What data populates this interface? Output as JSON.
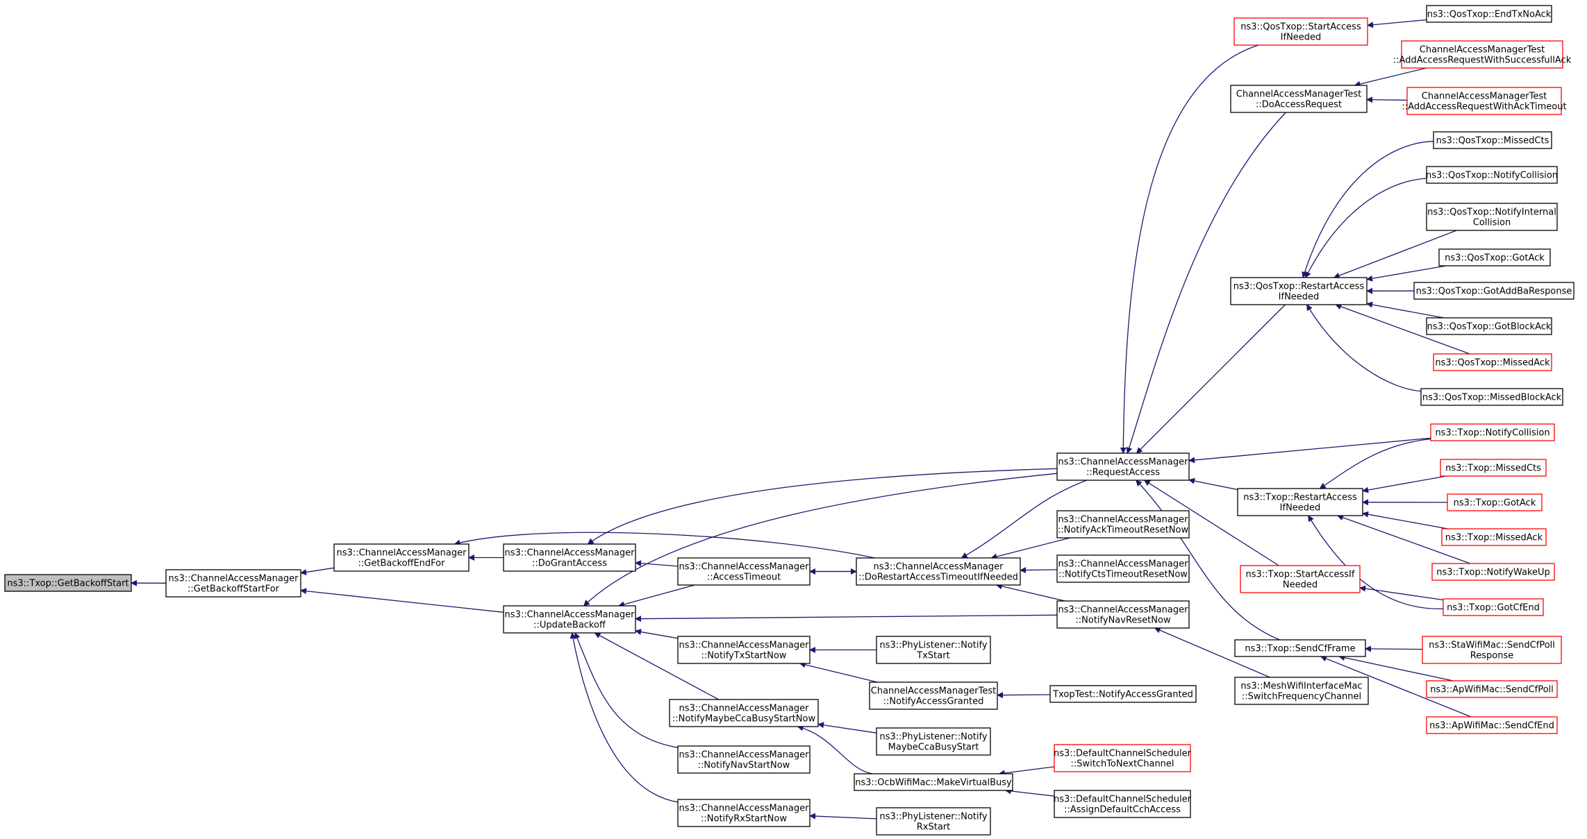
{
  "colors": {
    "edge": "#191970",
    "border_normal": "#000000",
    "border_truncated": "#ff0000",
    "root_fill": "#bfbfbf",
    "node_fill": "#ffffff"
  },
  "nodes": [
    {
      "id": "root",
      "lines": [
        "ns3::Txop::GetBackoffStart"
      ],
      "style": "root"
    },
    {
      "id": "gbsf",
      "lines": [
        "ns3::ChannelAccessManager",
        "::GetBackoffStartFor"
      ],
      "style": "normal"
    },
    {
      "id": "gbef",
      "lines": [
        "ns3::ChannelAccessManager",
        "::GetBackoffEndFor"
      ],
      "style": "normal"
    },
    {
      "id": "dga",
      "lines": [
        "ns3::ChannelAccessManager",
        "::DoGrantAccess"
      ],
      "style": "normal"
    },
    {
      "id": "ub",
      "lines": [
        "ns3::ChannelAccessManager",
        "::UpdateBackoff"
      ],
      "style": "normal"
    },
    {
      "id": "at",
      "lines": [
        "ns3::ChannelAccessManager",
        "::AccessTimeout"
      ],
      "style": "normal"
    },
    {
      "id": "dratin",
      "lines": [
        "ns3::ChannelAccessManager",
        "::DoRestartAccessTimeoutIfNeeded"
      ],
      "style": "normal"
    },
    {
      "id": "ra",
      "lines": [
        "ns3::ChannelAccessManager",
        "::RequestAccess"
      ],
      "style": "normal"
    },
    {
      "id": "natrn",
      "lines": [
        "ns3::ChannelAccessManager",
        "::NotifyAckTimeoutResetNow"
      ],
      "style": "normal"
    },
    {
      "id": "nctrn",
      "lines": [
        "ns3::ChannelAccessManager",
        "::NotifyCtsTimeoutResetNow"
      ],
      "style": "normal"
    },
    {
      "id": "nnrn",
      "lines": [
        "ns3::ChannelAccessManager",
        "::NotifyNavResetNow"
      ],
      "style": "normal"
    },
    {
      "id": "ntsn",
      "lines": [
        "ns3::ChannelAccessManager",
        "::NotifyTxStartNow"
      ],
      "style": "normal"
    },
    {
      "id": "nmcbsn",
      "lines": [
        "ns3::ChannelAccessManager",
        "::NotifyMaybeCcaBusyStartNow"
      ],
      "style": "normal"
    },
    {
      "id": "nnsn",
      "lines": [
        "ns3::ChannelAccessManager",
        "::NotifyNavStartNow"
      ],
      "style": "normal"
    },
    {
      "id": "nrsn",
      "lines": [
        "ns3::ChannelAccessManager",
        "::NotifyRxStartNow"
      ],
      "style": "normal"
    },
    {
      "id": "plnts",
      "lines": [
        "ns3::PhyListener::Notify",
        "TxStart"
      ],
      "style": "normal"
    },
    {
      "id": "camtnag",
      "lines": [
        "ChannelAccessManagerTest",
        "::NotifyAccessGranted"
      ],
      "style": "normal"
    },
    {
      "id": "ttnag",
      "lines": [
        "TxopTest::NotifyAccessGranted"
      ],
      "style": "normal"
    },
    {
      "id": "plnmcbs",
      "lines": [
        "ns3::PhyListener::Notify",
        "MaybeCcaBusyStart"
      ],
      "style": "normal"
    },
    {
      "id": "owmmvb",
      "lines": [
        "ns3::OcbWifiMac::MakeVirtualBusy"
      ],
      "style": "normal"
    },
    {
      "id": "dcsstnc",
      "lines": [
        "ns3::DefaultChannelScheduler",
        "::SwitchToNextChannel"
      ],
      "style": "truncated"
    },
    {
      "id": "dcsadca",
      "lines": [
        "ns3::DefaultChannelScheduler",
        "::AssignDefaultCchAccess"
      ],
      "style": "normal"
    },
    {
      "id": "plnrs",
      "lines": [
        "ns3::PhyListener::Notify",
        "RxStart"
      ],
      "style": "normal"
    },
    {
      "id": "qtsain",
      "lines": [
        "ns3::QosTxop::StartAccess",
        "IfNeeded"
      ],
      "style": "truncated"
    },
    {
      "id": "qtetna",
      "lines": [
        "ns3::QosTxop::EndTxNoAck"
      ],
      "style": "normal"
    },
    {
      "id": "camtdar",
      "lines": [
        "ChannelAccessManagerTest",
        "::DoAccessRequest"
      ],
      "style": "normal"
    },
    {
      "id": "camtaarwsa",
      "lines": [
        "ChannelAccessManagerTest",
        "::AddAccessRequestWithSuccessfullAck"
      ],
      "style": "truncated"
    },
    {
      "id": "camtaarwat",
      "lines": [
        "ChannelAccessManagerTest",
        "::AddAccessRequestWithAckTimeout"
      ],
      "style": "truncated"
    },
    {
      "id": "qtrain",
      "lines": [
        "ns3::QosTxop::RestartAccess",
        "IfNeeded"
      ],
      "style": "normal"
    },
    {
      "id": "qtmc",
      "lines": [
        "ns3::QosTxop::MissedCts"
      ],
      "style": "normal"
    },
    {
      "id": "qtnc",
      "lines": [
        "ns3::QosTxop::NotifyCollision"
      ],
      "style": "normal"
    },
    {
      "id": "qtnic",
      "lines": [
        "ns3::QosTxop::NotifyInternal",
        "Collision"
      ],
      "style": "normal"
    },
    {
      "id": "qtga",
      "lines": [
        "ns3::QosTxop::GotAck"
      ],
      "style": "normal"
    },
    {
      "id": "qtgabr",
      "lines": [
        "ns3::QosTxop::GotAddBaResponse"
      ],
      "style": "normal"
    },
    {
      "id": "qtgba",
      "lines": [
        "ns3::QosTxop::GotBlockAck"
      ],
      "style": "normal"
    },
    {
      "id": "qtma",
      "lines": [
        "ns3::QosTxop::MissedAck"
      ],
      "style": "truncated"
    },
    {
      "id": "qtmba",
      "lines": [
        "ns3::QosTxop::MissedBlockAck"
      ],
      "style": "normal"
    },
    {
      "id": "ttnc",
      "lines": [
        "ns3::Txop::NotifyCollision"
      ],
      "style": "truncated"
    },
    {
      "id": "ttrain",
      "lines": [
        "ns3::Txop::RestartAccess",
        "IfNeeded"
      ],
      "style": "normal"
    },
    {
      "id": "ttmc",
      "lines": [
        "ns3::Txop::MissedCts"
      ],
      "style": "truncated"
    },
    {
      "id": "ttga",
      "lines": [
        "ns3::Txop::GotAck"
      ],
      "style": "truncated"
    },
    {
      "id": "ttma",
      "lines": [
        "ns3::Txop::MissedAck"
      ],
      "style": "truncated"
    },
    {
      "id": "ttnwu",
      "lines": [
        "ns3::Txop::NotifyWakeUp"
      ],
      "style": "truncated"
    },
    {
      "id": "ttgce",
      "lines": [
        "ns3::Txop::GotCfEnd"
      ],
      "style": "truncated"
    },
    {
      "id": "ttsain",
      "lines": [
        "ns3::Txop::StartAccessIf",
        "Needed"
      ],
      "style": "truncated"
    },
    {
      "id": "ttscf",
      "lines": [
        "ns3::Txop::SendCfFrame"
      ],
      "style": "normal"
    },
    {
      "id": "mwimsfc",
      "lines": [
        "ns3::MeshWifiInterfaceMac",
        "::SwitchFrequencyChannel"
      ],
      "style": "normal"
    },
    {
      "id": "swmscpr",
      "lines": [
        "ns3::StaWifiMac::SendCfPoll",
        "Response"
      ],
      "style": "truncated"
    },
    {
      "id": "awmscp",
      "lines": [
        "ns3::ApWifiMac::SendCfPoll"
      ],
      "style": "truncated"
    },
    {
      "id": "awmsce",
      "lines": [
        "ns3::ApWifiMac::SendCfEnd"
      ],
      "style": "truncated"
    }
  ]
}
